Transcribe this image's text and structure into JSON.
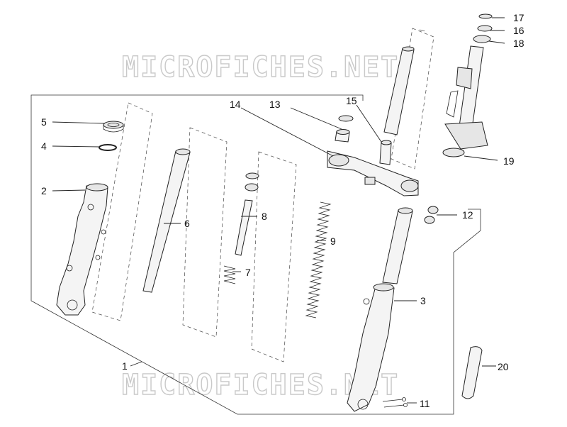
{
  "watermarks": [
    "MICROFICHES.NET",
    "MICROFICHES.NET"
  ],
  "callouts": [
    {
      "id": "1",
      "label": "1"
    },
    {
      "id": "2",
      "label": "2"
    },
    {
      "id": "3",
      "label": "3"
    },
    {
      "id": "4",
      "label": "4"
    },
    {
      "id": "5",
      "label": "5"
    },
    {
      "id": "6",
      "label": "6"
    },
    {
      "id": "7",
      "label": "7"
    },
    {
      "id": "8",
      "label": "8"
    },
    {
      "id": "9",
      "label": "9"
    },
    {
      "id": "11",
      "label": "11"
    },
    {
      "id": "12",
      "label": "12"
    },
    {
      "id": "13",
      "label": "13"
    },
    {
      "id": "14",
      "label": "14"
    },
    {
      "id": "15",
      "label": "15"
    },
    {
      "id": "16",
      "label": "16"
    },
    {
      "id": "17",
      "label": "17"
    },
    {
      "id": "18",
      "label": "18"
    },
    {
      "id": "19",
      "label": "19"
    },
    {
      "id": "20",
      "label": "20"
    }
  ]
}
